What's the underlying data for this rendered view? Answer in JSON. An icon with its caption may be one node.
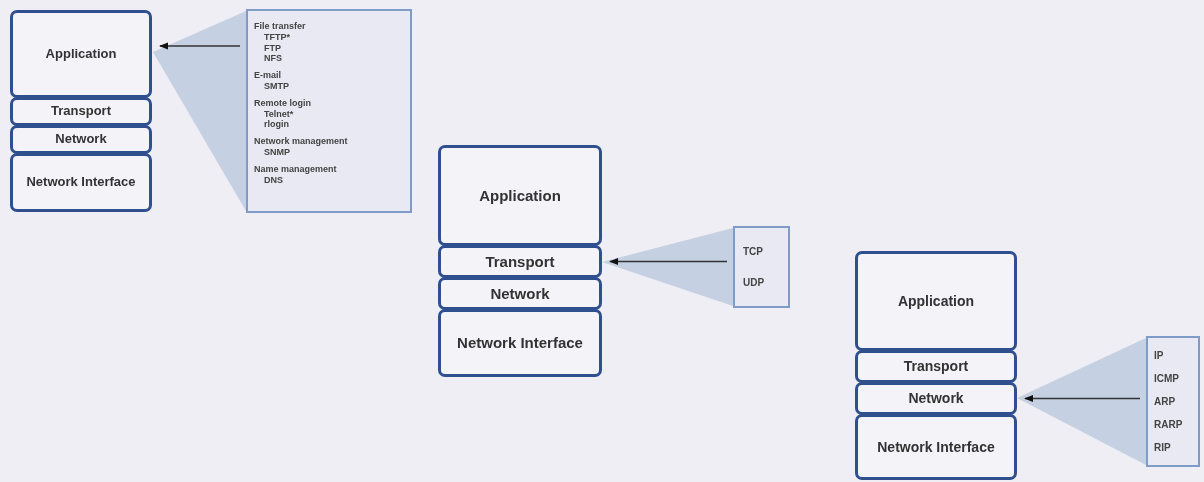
{
  "diagram": {
    "nodes": [
      {
        "text": [
          "Application"
        ]
      },
      {
        "text": [
          "Transport"
        ]
      },
      {
        "text": [
          "Network"
        ]
      },
      {
        "text": [
          "Network Interface"
        ]
      },
      {
        "text": [
          "File transfer",
          "TFTP*",
          "FTP",
          "NFS",
          "E-mail",
          "SMTP",
          "Remote login",
          "Telnet*",
          "rlogin",
          "Network management",
          "SNMP",
          "Name management",
          "DNS"
        ]
      },
      {
        "text": [
          "Application"
        ]
      },
      {
        "text": [
          "Transport"
        ]
      },
      {
        "text": [
          "Network"
        ]
      },
      {
        "text": [
          "Network Interface"
        ]
      },
      {
        "text": [
          "TCP",
          "UDP"
        ]
      },
      {
        "text": [
          "Application"
        ]
      },
      {
        "text": [
          "Transport"
        ]
      },
      {
        "text": [
          "Network"
        ]
      },
      {
        "text": [
          "Network Interface"
        ]
      },
      {
        "text": [
          "IP",
          "ICMP",
          "ARP",
          "RARP",
          "RIP"
        ]
      }
    ],
    "edges": [
      {
        "from": 4,
        "to": 0,
        "arrow": "to"
      },
      {
        "from": 9,
        "to": 6,
        "arrow": "to"
      },
      {
        "from": 14,
        "to": 12,
        "arrow": "to"
      }
    ]
  }
}
